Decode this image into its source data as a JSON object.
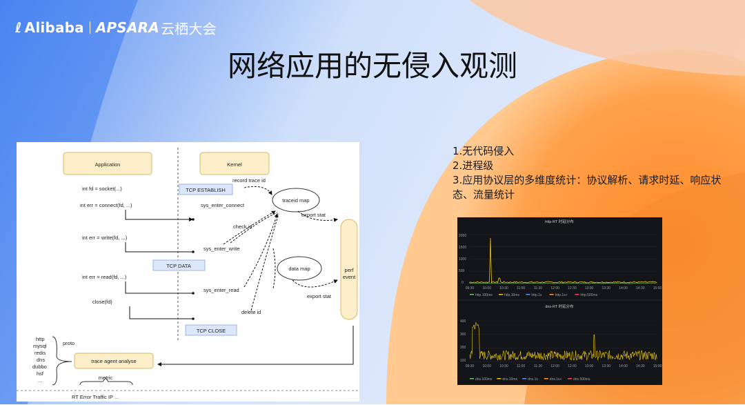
{
  "logo": {
    "alibaba": "Alibaba",
    "apsara": "APSARA",
    "event": "云栖大会"
  },
  "title": "网络应用的无侵入观测",
  "diagram": {
    "application": "Application",
    "kernel": "Kernel",
    "code": {
      "socket": "int fd = socket(...)",
      "connect": "int err = connect(fd, ...)",
      "write": "int err = write(fd, ...)",
      "read": "int err = read(fd, ...)",
      "close": "close(fd)"
    },
    "tcp_establish": "TCP ESTABLISH",
    "tcp_data": "TCP DATA",
    "tcp_close": "TCP CLOSE",
    "sys_connect": "sys_enter_connect",
    "sys_write": "sys_enter_write",
    "sys_read": "sys_enter_read",
    "record_trace_id": "record trace id",
    "check_id": "check id",
    "delete_id": "delete id",
    "export_stat_1": "export stat",
    "export_stat_2": "export stat",
    "traceid_map": "traceid map",
    "data_map": "data map",
    "perf_event_1": "perf",
    "perf_event_2": "event",
    "protocols": [
      "http",
      "mysql",
      "redis",
      "dns",
      "dubbo",
      "hsf",
      "..."
    ],
    "proto": "proto",
    "trace_agent": "trace agent analyse",
    "metric": "metric",
    "bottom": "RT Error Traffic IP ..."
  },
  "features": [
    "1.无代码侵入",
    "2.进程级",
    "3.应用协议层的多维度统计：协议解析、请求时延、响应状",
    "态、流量统计"
  ],
  "dashboard": {
    "chart1": {
      "title": "http-RT 时延分布",
      "yticks": [
        "2000",
        "1500",
        "1000",
        "500",
        "0"
      ],
      "xticks": [
        "09:30",
        "10:00",
        "10:30",
        "11:00",
        "11:30",
        "12:00",
        "12:30",
        "13:00",
        "13:30",
        "14:00",
        "14:30",
        "15:00"
      ],
      "legend": [
        "http.100ms",
        "http.10ms",
        "http.1s",
        "http.1s+",
        "http.500ms"
      ],
      "colors": [
        "#73bf69",
        "#f2cc0c",
        "#5794f2",
        "#ff9830",
        "#f2495c"
      ]
    },
    "chart2": {
      "title": "dns-RT 时延分布",
      "yticks": [
        "400",
        "300",
        "200",
        "100"
      ],
      "xticks": [
        "09:30",
        "10:00",
        "10:30",
        "11:00",
        "11:30",
        "12:00",
        "12:30",
        "13:00",
        "13:30",
        "14:00",
        "14:30",
        "15:00"
      ],
      "legend": [
        "dns.100ms",
        "dns.10ms",
        "dns.1s",
        "dns.1s+",
        "dns.500ms"
      ],
      "colors": [
        "#73bf69",
        "#f2cc0c",
        "#5794f2",
        "#ff9830",
        "#f2495c"
      ]
    }
  }
}
